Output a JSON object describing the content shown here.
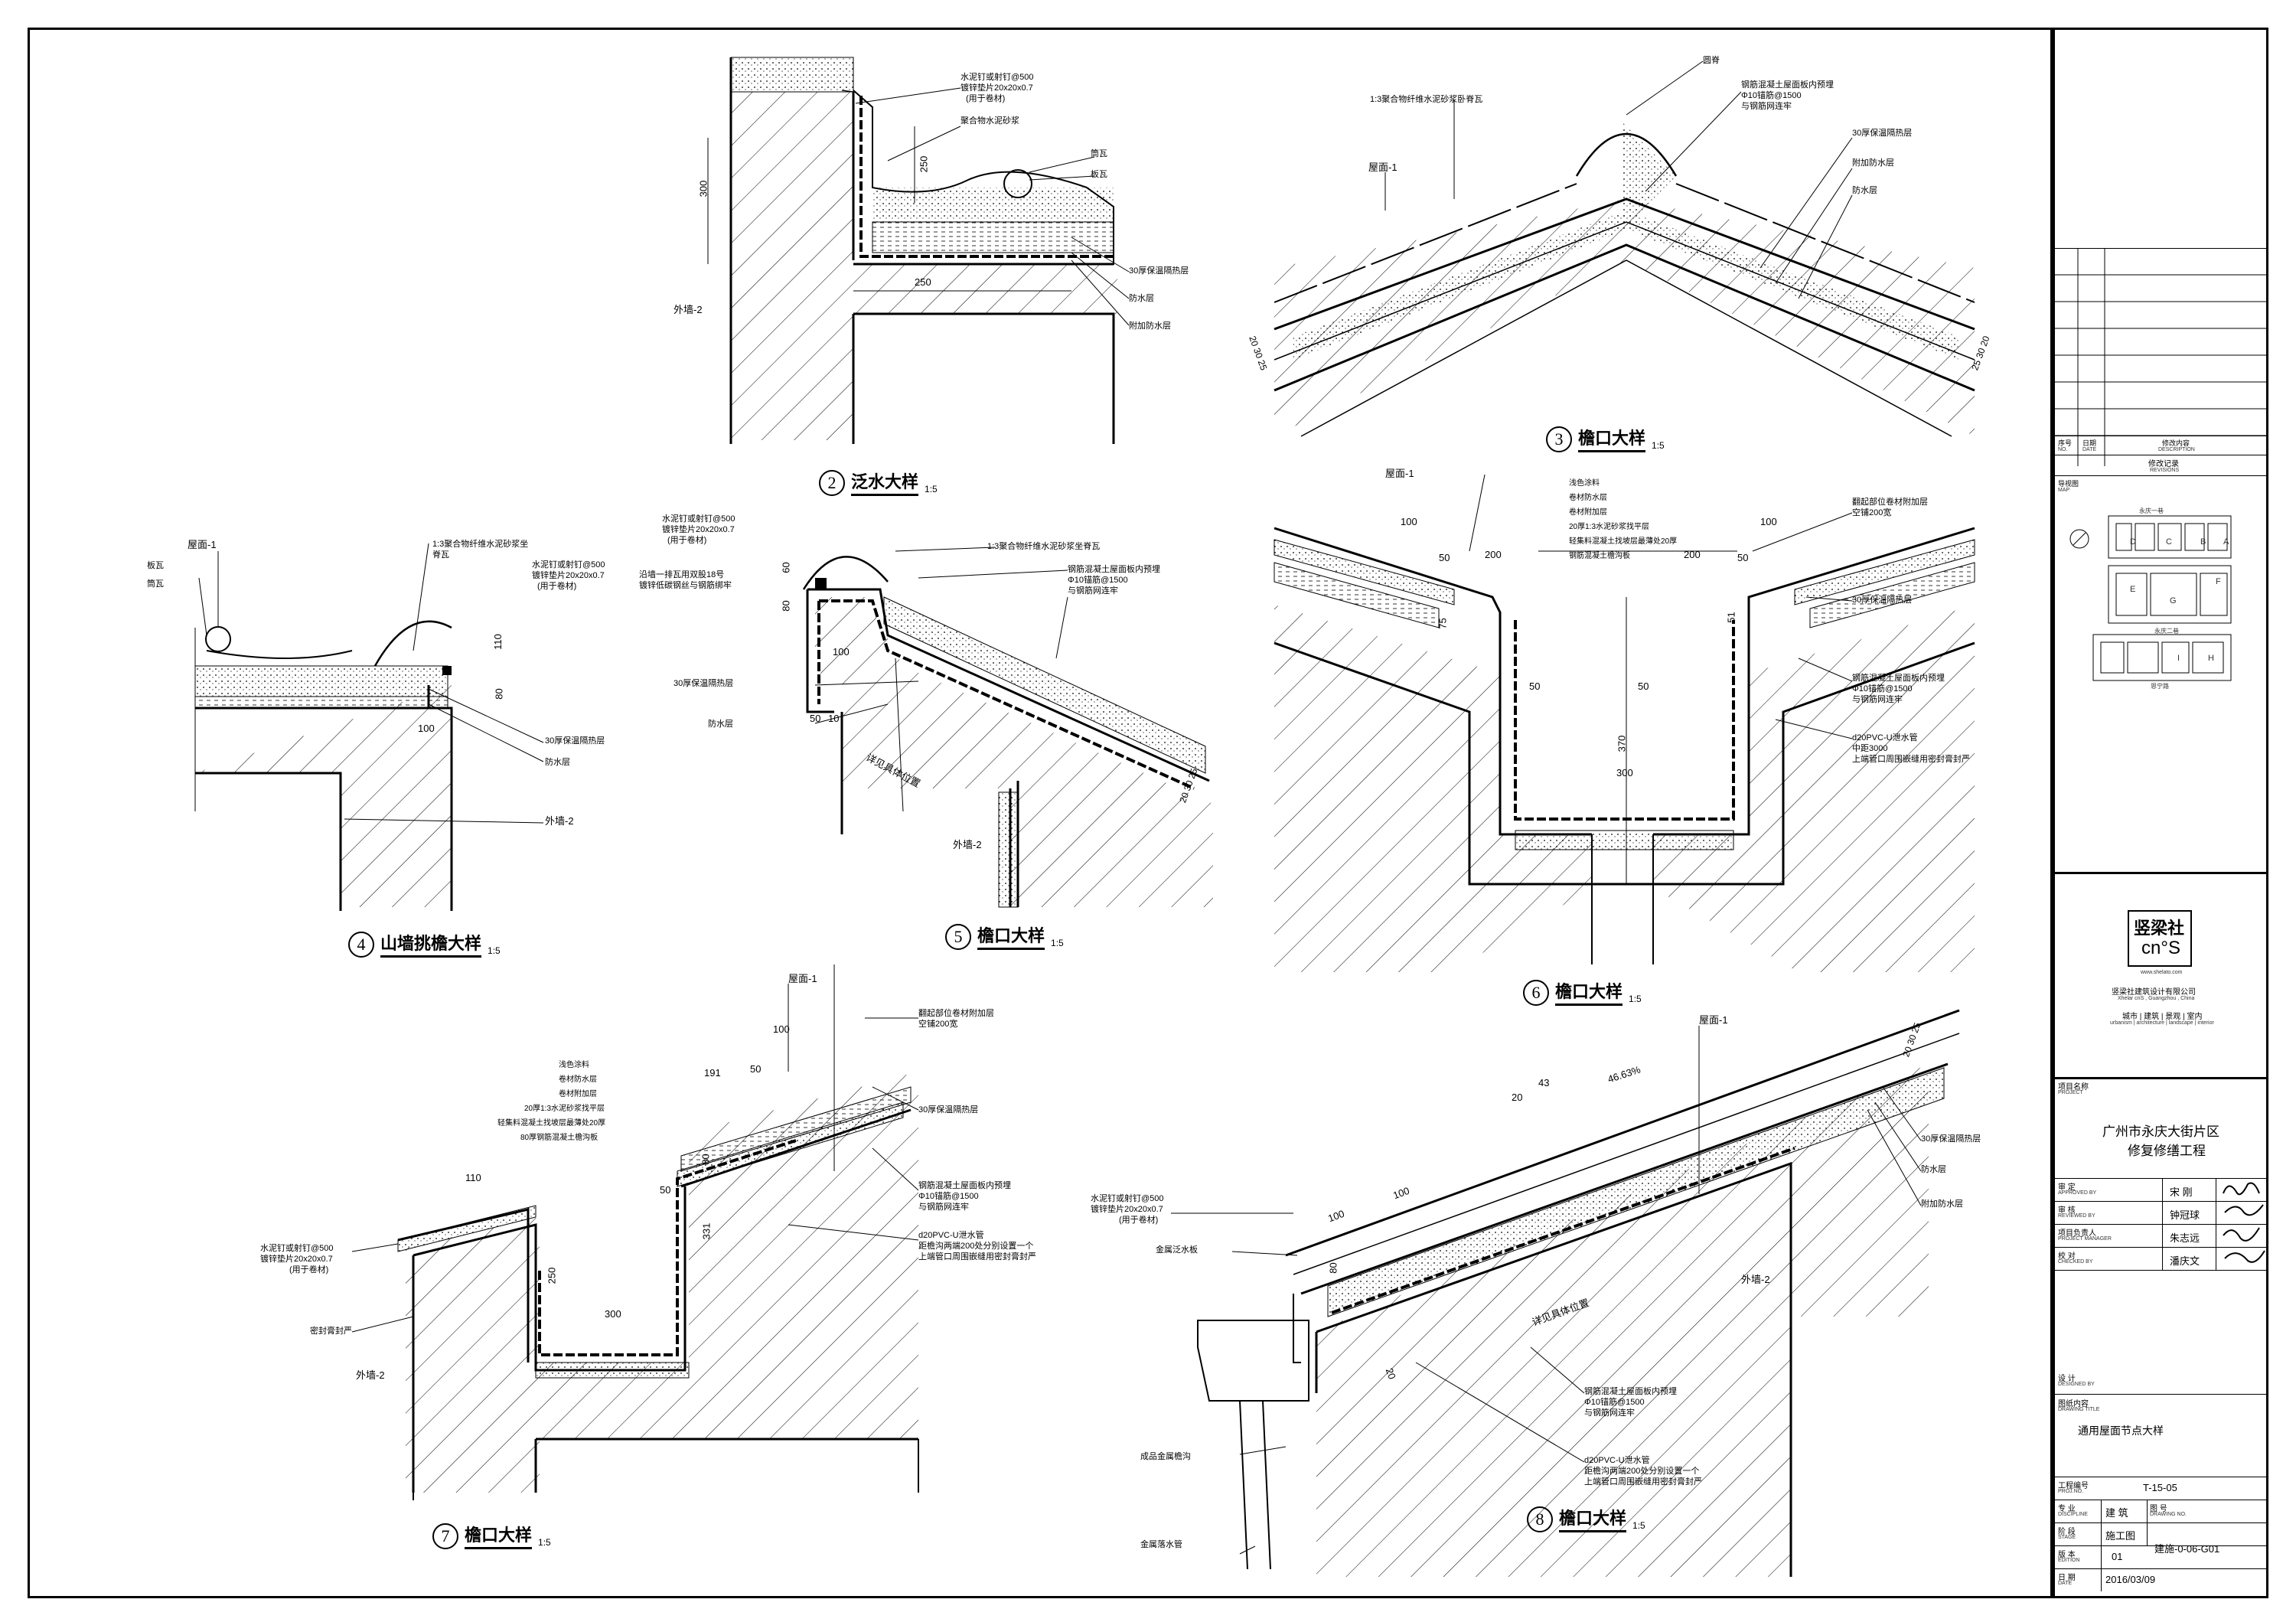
{
  "details": [
    {
      "id": "2",
      "num": "2",
      "name": "泛水大样",
      "scale": "1:5"
    },
    {
      "id": "3",
      "num": "3",
      "name": "檐口大样",
      "scale": "1:5"
    },
    {
      "id": "4",
      "num": "4",
      "name": "山墙挑檐大样",
      "scale": "1:5"
    },
    {
      "id": "5",
      "num": "5",
      "name": "檐口大样",
      "scale": "1:5"
    },
    {
      "id": "6",
      "num": "6",
      "name": "檐口大样",
      "scale": "1:5"
    },
    {
      "id": "7",
      "num": "7",
      "name": "檐口大样",
      "scale": "1:5"
    },
    {
      "id": "8",
      "num": "8",
      "name": "檐口大样",
      "scale": "1:5"
    }
  ],
  "notes": {
    "d2": {
      "nail": "水泥钉或射钉@500",
      "washer": "镀锌垫片20x20x0.7",
      "for_roll": "(用于卷材)",
      "mortar": "聚合物水泥砂浆",
      "tube_tile": "筒瓦",
      "plate_tile": "板瓦",
      "insul": "30厚保温隔热层",
      "waterproof": "防水层",
      "extra_wp": "附加防水层",
      "wall": "外墙-2",
      "dim_300": "300",
      "dim_250a": "250",
      "dim_250b": "250"
    },
    "d3": {
      "ridge": "圆脊",
      "mortar_ridge": "1:3聚合物纤维水泥砂浆卧脊瓦",
      "rebar_a": "钢筋混凝土屋面板内预埋",
      "rebar_b": "Φ10锚筋@1500",
      "rebar_c": "与钢筋网连牢",
      "insul": "30厚保温隔热层",
      "extra_wp": "附加防水层",
      "waterproof": "防水层",
      "roof": "屋面-1",
      "dim_l": "20 30 25",
      "dim_r": "25 30 20"
    },
    "d4": {
      "mortar": "1:3聚合物纤维水泥砂浆坐",
      "ridge": "脊瓦",
      "nail": "水泥钉或射钉@500",
      "washer": "镀锌垫片20x20x0.7",
      "for_roll": "(用于卷材)",
      "roof": "屋面-1",
      "plate_tile": "板瓦",
      "tube_tile": "筒瓦",
      "insul": "30厚保温隔热层",
      "waterproof": "防水层",
      "wall": "外墙-2",
      "dim_110": "110",
      "dim_80": "80",
      "dim_100": "100"
    },
    "d5": {
      "nail": "水泥钉或射钉@500",
      "washer": "镀锌垫片20x20x0.7",
      "for_roll": "(用于卷材)",
      "mortar": "1:3聚合物纤维水泥砂浆坐脊瓦",
      "wire_a": "沿墙一排瓦用双股18号",
      "wire_b": "镀锌低碳钢丝与钢筋绑牢",
      "rebar_a": "钢筋混凝土屋面板内预埋",
      "rebar_b": "Φ10锚筋@1500",
      "rebar_c": "与钢筋网连牢",
      "insul": "30厚保温隔热层",
      "waterproof": "防水层",
      "detail_pos": "详见具体位置",
      "wall": "外墙-2",
      "dim_60": "60",
      "dim_80": "80",
      "dim_100": "100",
      "dim_50": "50",
      "dim_10": "10",
      "dim_r": "20 30 25"
    },
    "d6": {
      "roof": "屋面-1",
      "l1": "浅色涂料",
      "l2": "卷材防水层",
      "l3": "卷材附加层",
      "l4": "20厚1:3水泥砂浆找平层",
      "l5": "轻集料混凝土找坡层最薄处20厚",
      "l6": "钢筋混凝土檐沟板",
      "fold_a": "翻起部位卷材附加层",
      "fold_b": "空铺200宽",
      "insul": "30厚保温隔热层",
      "rebar_a": "钢筋混凝土屋面板内预埋",
      "rebar_b": "Φ10锚筋@1500",
      "rebar_c": "与钢筋网连牢",
      "pipe_a": "d20PVC-U泄水管",
      "pipe_b": "中距3000",
      "pipe_c": "上端管口周围嵌缝用密封膏封严",
      "dim_100a": "100",
      "dim_50a": "50",
      "dim_200a": "200",
      "dim_100b": "100",
      "dim_50b": "50",
      "dim_200b": "200",
      "dim_50c": "50",
      "dim_50d": "50",
      "dim_75": "75",
      "dim_370": "370",
      "dim_300": "300",
      "dim_51": "51"
    },
    "d7": {
      "roof": "屋面-1",
      "l1": "浅色涂料",
      "l2": "卷材防水层",
      "l3": "卷材附加层",
      "l4": "20厚1:3水泥砂浆找平层",
      "l5": "轻集料混凝土找坡层最薄处20厚",
      "l6": "80厚钢筋混凝土檐沟板",
      "fold_a": "翻起部位卷材附加层",
      "fold_b": "空铺200宽",
      "insul": "30厚保温隔热层",
      "rebar_a": "钢筋混凝土屋面板内预埋",
      "rebar_b": "Φ10锚筋@1500",
      "rebar_c": "与钢筋网连牢",
      "pipe_a": "d20PVC-U泄水管",
      "pipe_b": "距檐沟两端200处分别设置一个",
      "pipe_c": "上端管口周围嵌缝用密封膏封严",
      "nail": "水泥钉或射钉@500",
      "washer": "镀锌垫片20x20x0.7",
      "for_roll": "(用于卷材)",
      "seal": "密封膏封严",
      "wall": "外墙-2",
      "dim_191": "191",
      "dim_100": "100",
      "dim_50a": "50",
      "dim_110": "110",
      "dim_50b": "50",
      "dim_80": "80",
      "dim_250": "250",
      "dim_300": "300",
      "dim_331": "331"
    },
    "d8": {
      "roof": "屋面-1",
      "dim_20": "20",
      "dim_43": "43",
      "slope": "46.63%",
      "dim_r": "20 30 25",
      "nail": "水泥钉或射钉@500",
      "washer": "镀锌垫片20x20x0.7",
      "for_roll": "(用于卷材)",
      "flashing": "金属泛水板",
      "insul": "30厚保温隔热层",
      "waterproof": "防水层",
      "extra_wp": "附加防水层",
      "wall": "外墙-2",
      "detail_pos": "详见具体位置",
      "rebar_a": "钢筋混凝土屋面板内预埋",
      "rebar_b": "Φ10锚筋@1500",
      "rebar_c": "与钢筋网连牢",
      "pipe_a": "d20PVC-U泄水管",
      "pipe_b": "距檐沟两端200处分别设置一个",
      "pipe_c": "上端管口周围嵌缝用密封膏封严",
      "gutter": "成品金属檐沟",
      "downpipe": "金属落水管",
      "dim_100a": "100",
      "dim_100b": "100",
      "dim_80": "80",
      "dim_20b": "20"
    }
  },
  "title_block": {
    "revision_no": "序号",
    "revision_no_en": "NO.",
    "revision_date": "日期",
    "revision_date_en": "DATE",
    "revision_desc": "修改内容",
    "revision_desc_en": "DESCRIPTION",
    "revision_record": "修改记录",
    "revision_record_en": "REVISIONS",
    "map_label": "导视图",
    "map_label_en": "MAP",
    "map_street_top": "永庆一巷",
    "map_street_mid": "永庆二巷",
    "map_street_bottom": "恩宁路",
    "map_blocks": [
      "D",
      "C",
      "B",
      "A",
      "E",
      "F",
      "G",
      "H",
      "I"
    ],
    "company_logo_cn": "竖梁社",
    "company_logo_en": "cn°S",
    "company_url": "www.shelato.com",
    "company_name": "竖梁社建筑设计有限公司",
    "company_name_en": "Xhelar cnS , Guangzhou , China",
    "company_services": "城市 | 建筑 | 景观 | 室内",
    "company_services_en": "urbanism | architecture | landscape | interior",
    "project_label": "项目名称",
    "project_label_en": "PROJECT",
    "project_line1": "广州市永庆大街片区",
    "project_line2": "修复修缮工程",
    "approved_label": "审 定",
    "approved_en": "APPROVED BY",
    "approved_name": "宋 刚",
    "reviewed_label": "审 核",
    "reviewed_en": "REVIEWED BY",
    "reviewed_name": "钟冠球",
    "pm_label": "项目负责人",
    "pm_en": "PROJECT MANAGER",
    "pm_name": "朱志远",
    "checked_label": "校 对",
    "checked_en": "CHECKED BY",
    "checked_name": "潘庆文",
    "designed_label": "设 计",
    "designed_en": "DESIGNED BY",
    "drawing_title_label": "图纸内容",
    "drawing_title_en": "DRAWING TITLE",
    "drawing_title": "通用屋面节点大样",
    "project_no_label": "工程编号",
    "project_no_en": "PROJ.NO.",
    "project_no": "T-15-05",
    "discipline_label": "专 业",
    "discipline_en": "DISCIPLINE",
    "discipline": "建 筑",
    "drawing_no_label": "图 号",
    "drawing_no_en": "DRAWING NO.",
    "stage_label": "阶 段",
    "stage_en": "STAGE",
    "stage": "施工图",
    "edition_label": "版 本",
    "edition_en": "EDITION",
    "edition": "01",
    "drawing_no": "建施-0-06-G01",
    "date_label": "日 期",
    "date_en": "DATE",
    "date": "2016/03/09"
  }
}
